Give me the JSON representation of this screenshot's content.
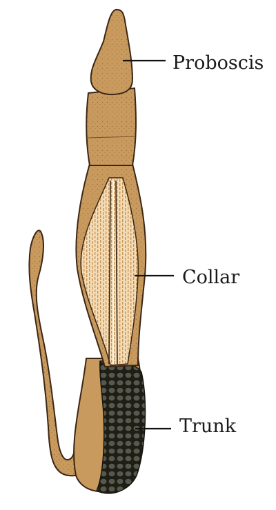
{
  "labels": {
    "proboscis": "Proboscis",
    "collar": "Collar",
    "trunk": "Trunk"
  },
  "colors": {
    "body": "#c99a5e",
    "body_dark": "#9c6f38",
    "collar_light": "#f3dcb6",
    "collar_stripe": "#e8b979",
    "trunk_granules": "#4a4a38",
    "outline": "#3a2614",
    "leader": "#111111"
  },
  "icons": {
    "organism": "acorn-worm-illustration"
  }
}
